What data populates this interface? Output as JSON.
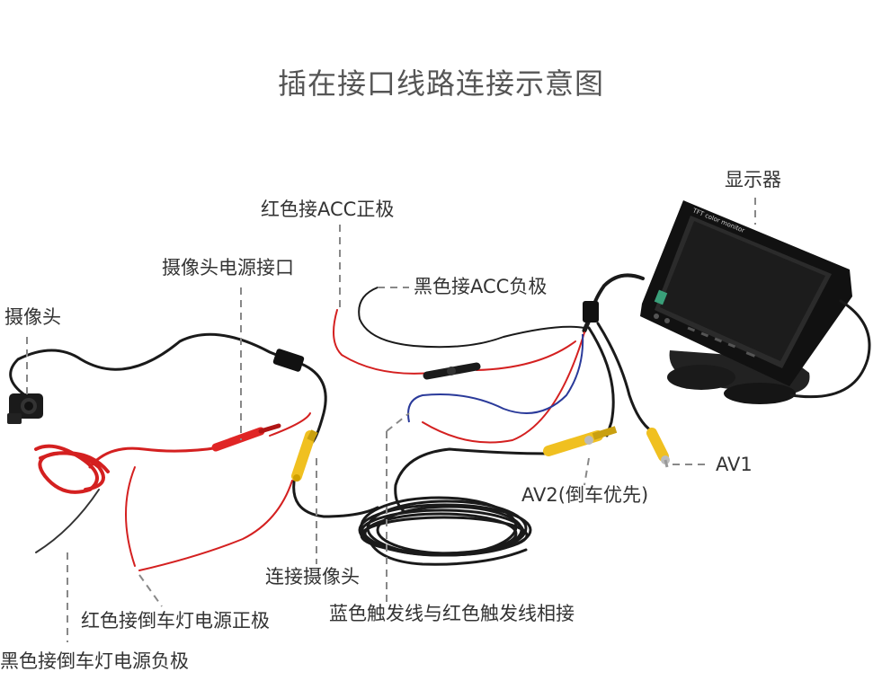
{
  "title": "插在接口线路连接示意图",
  "labels": {
    "monitor": "显示器",
    "red_acc_positive": "红色接ACC正极",
    "black_acc_negative": "黑色接ACC负极",
    "camera_power_port": "摄像头电源接口",
    "camera": "摄像头",
    "av1": "AV1",
    "av2": "AV2(倒车优先)",
    "connect_camera": "连接摄像头",
    "blue_red_trigger": "蓝色触发线与红色触发线相接",
    "red_reverse_light_positive": "红色接倒车灯电源正极",
    "black_reverse_light_negative": "黑色接倒车灯电源负极"
  },
  "colors": {
    "wire_black": "#1a1a1a",
    "wire_red": "#d42020",
    "wire_blue": "#2a3a9a",
    "connector_yellow": "#f0c020",
    "leader_gray": "#888888",
    "text": "#333333"
  }
}
